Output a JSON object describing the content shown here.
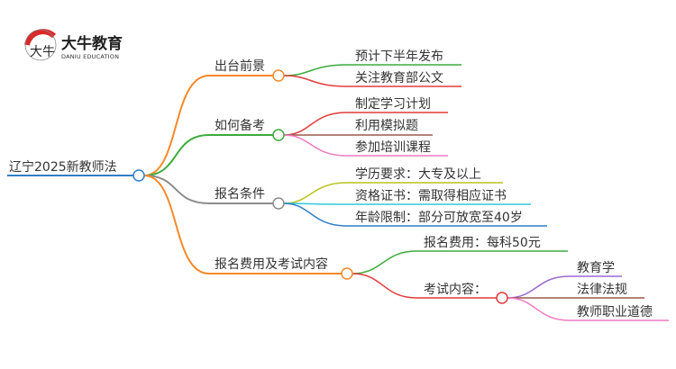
{
  "logo": {
    "name": "大牛教育",
    "subtitle": "DANIU EDUCATION",
    "mark": "大牛"
  },
  "root": {
    "label": "辽宁2025新教师法"
  },
  "branches": [
    {
      "label": "出台前景",
      "color": "#f7892a",
      "children": [
        {
          "label": "预计下半年发布",
          "color": "#3cab3c"
        },
        {
          "label": "关注教育部公文",
          "color": "#e23b3b"
        }
      ]
    },
    {
      "label": "如何备考",
      "color": "#3cab3c",
      "children": [
        {
          "label": "制定学习计划",
          "color": "#e23b3b"
        },
        {
          "label": "利用模拟题",
          "color": "#9a5a4a"
        },
        {
          "label": "参加培训课程",
          "color": "#ef7ac0"
        }
      ]
    },
    {
      "label": "报名条件",
      "color": "#8c8c8c",
      "children": [
        {
          "label": "学历要求：大专及以上",
          "color": "#b8c21a"
        },
        {
          "label": "资格证书：需取得相应证书",
          "color": "#2ec9dc"
        },
        {
          "label": "年龄限制：部分可放宽至40岁",
          "color": "#2f7fc9"
        }
      ]
    },
    {
      "label": "报名费用及考试内容",
      "color": "#f7892a",
      "children": [
        {
          "label": "报名费用：每科50元",
          "color": "#3cab3c"
        },
        {
          "label": "考试内容：",
          "color": "#e23b3b",
          "children": [
            {
              "label": "教育学",
              "color": "#9b6ad0"
            },
            {
              "label": "法律法规",
              "color": "#9a5a4a"
            },
            {
              "label": "教师职业道德",
              "color": "#ef7ac0"
            }
          ]
        }
      ]
    }
  ]
}
